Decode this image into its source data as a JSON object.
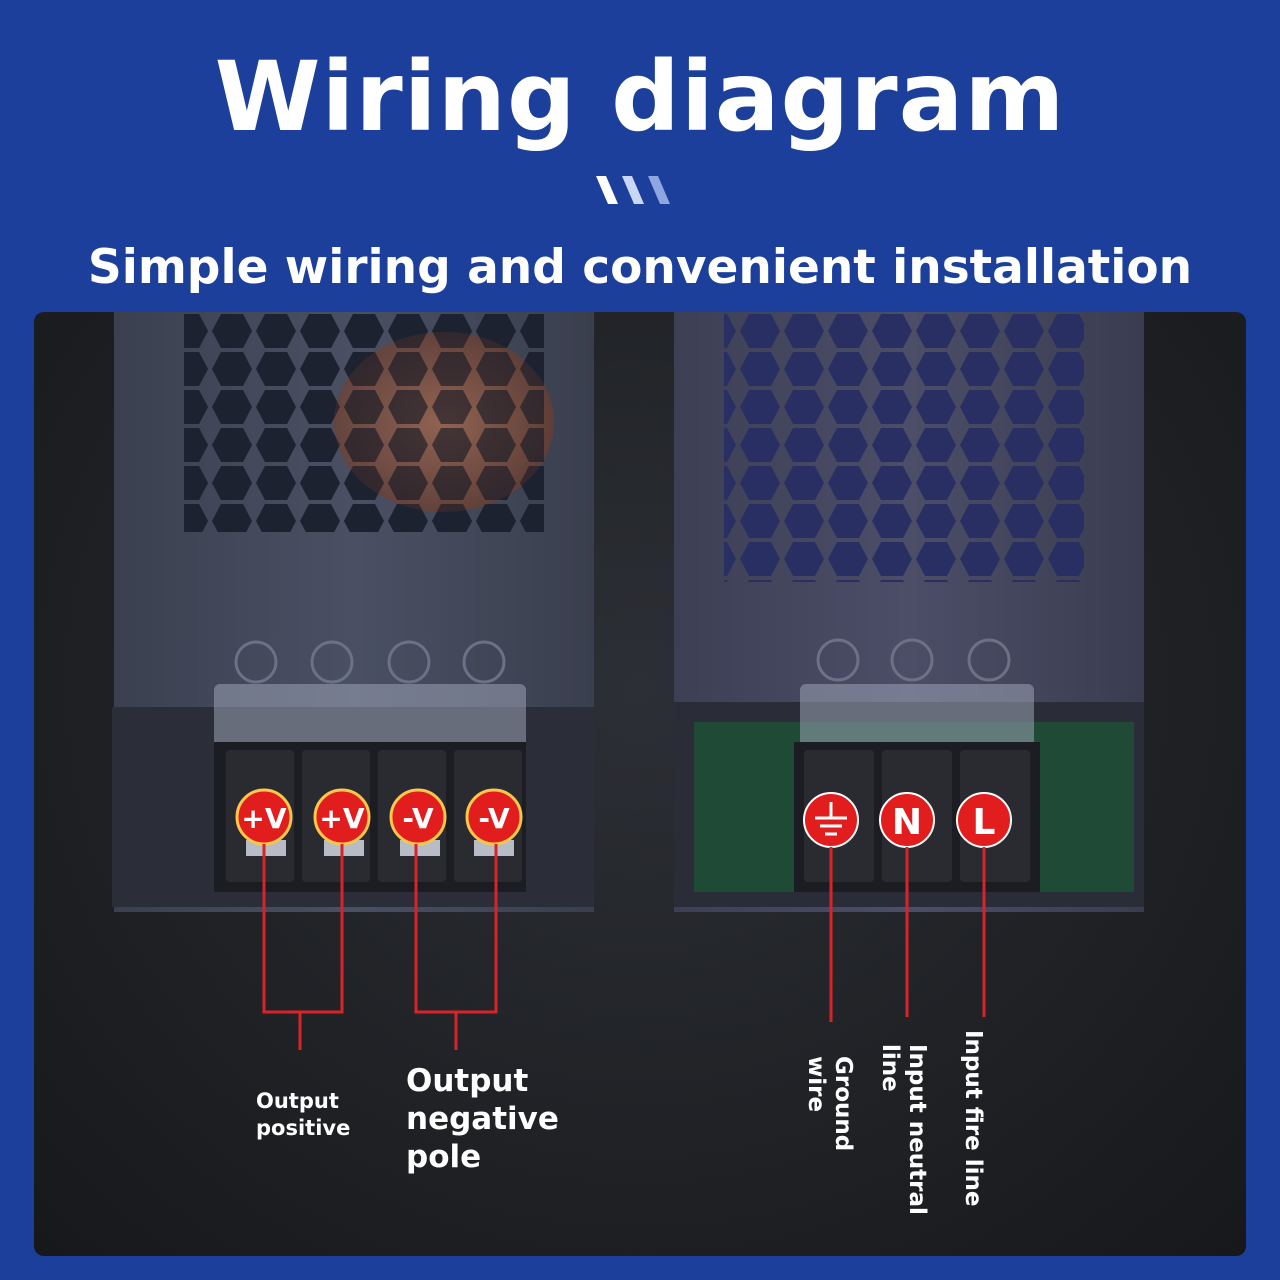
{
  "title": "Wiring diagram",
  "subtitle": "Simple wiring and convenient installation",
  "colors": {
    "background": "#1b3f9b",
    "terminal_red": "#e21d1d",
    "wire_red": "#d8232a"
  },
  "output_unit": {
    "terminals": [
      "+V",
      "+V",
      "-V",
      "-V"
    ],
    "label_positive": "Output positive",
    "label_negative": "Output negative pole"
  },
  "input_unit": {
    "terminals": [
      "ground-symbol",
      "N",
      "L"
    ],
    "terminal_letters": [
      "",
      "N",
      "L"
    ],
    "label_ground": "Ground wire",
    "label_neutral": "Input neutral line",
    "label_fire": "Input fire line"
  }
}
